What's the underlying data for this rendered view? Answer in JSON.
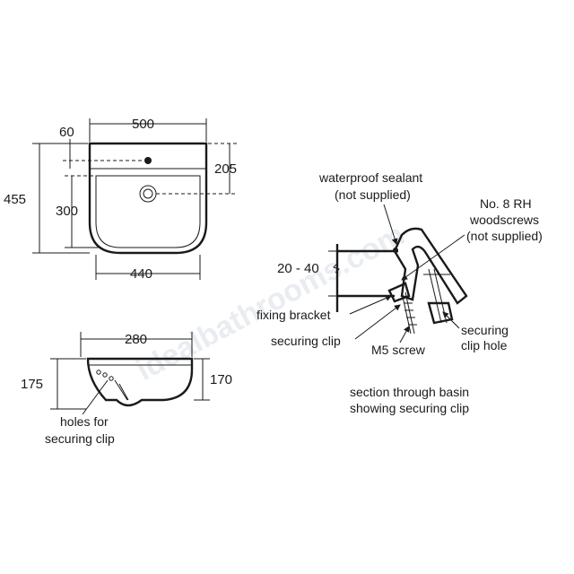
{
  "watermark": "idealbathrooms.com",
  "plan_view": {
    "overall_width": "500",
    "tap_offset": "60",
    "overall_depth": "455",
    "bowl_depth": "300",
    "back_to_tap": "205",
    "bowl_width": "440"
  },
  "side_view": {
    "top_depth": "280",
    "left_height": "175",
    "right_height": "170",
    "holes_label_line1": "holes for",
    "holes_label_line2": "securing clip"
  },
  "section_view": {
    "sealant_line1": "waterproof sealant",
    "sealant_line2": "(not supplied)",
    "screws_line1": "No. 8 RH",
    "screws_line2": "woodscrews",
    "screws_line3": "(not supplied)",
    "worktop_range": "20 - 40",
    "fixing_bracket": "fixing bracket",
    "securing_clip": "securing clip",
    "m5_screw": "M5 screw",
    "clip_hole_line1": "securing",
    "clip_hole_line2": "clip hole",
    "caption_line1": "section through basin",
    "caption_line2": "showing securing clip"
  }
}
